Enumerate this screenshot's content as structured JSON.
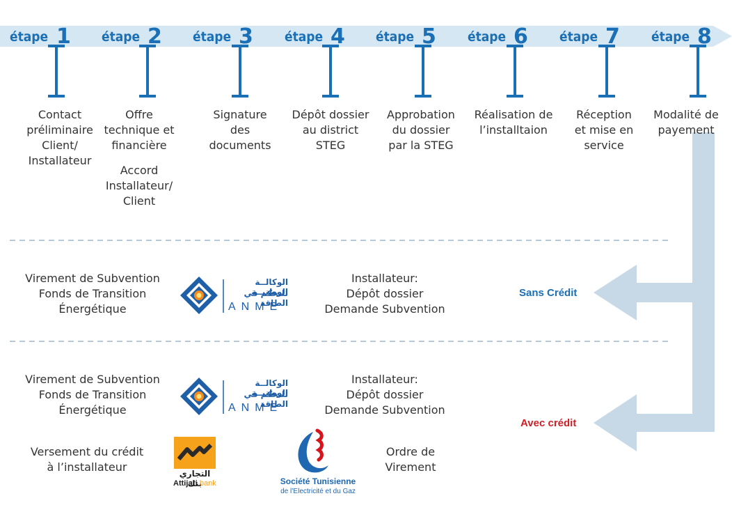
{
  "colors": {
    "arrow_light": "#d6e7f4",
    "arrow_bar": "#c7d9e6",
    "step_blue": "#1a6fb5",
    "text": "#333333",
    "sans_credit": "#1a6fb5",
    "avec_credit": "#cc1f26",
    "divider": "#9fb6c8",
    "attijari_orange": "#f7a21b",
    "steg_blue": "#1f67b1",
    "steg_red": "#d4151c",
    "anme_blue": "#1f5fa8",
    "anme_orange": "#f28c1e"
  },
  "steps": [
    {
      "word": "étape",
      "num": "1",
      "desc": [
        "Contact",
        "préliminaire",
        "Client/",
        "Installateur"
      ]
    },
    {
      "word": "étape",
      "num": "2",
      "desc": [
        "Offre",
        "technique et",
        "financière",
        "",
        "Accord",
        "Installateur/",
        "Client"
      ]
    },
    {
      "word": "étape",
      "num": "3",
      "desc": [
        "Signature",
        "des",
        "documents"
      ]
    },
    {
      "word": "étape",
      "num": "4",
      "desc": [
        "Dépôt dossier",
        "au district",
        "STEG"
      ]
    },
    {
      "word": "étape",
      "num": "5",
      "desc": [
        "Approbation",
        "du dossier",
        "par la STEG"
      ]
    },
    {
      "word": "étape",
      "num": "6",
      "desc": [
        "Réalisation de",
        "l’installtaion"
      ]
    },
    {
      "word": "étape",
      "num": "7",
      "desc": [
        "Réception",
        "et mise en",
        "service"
      ]
    },
    {
      "word": "étape",
      "num": "8",
      "desc": [
        "Modalité de",
        "payement"
      ]
    }
  ],
  "sans_credit": {
    "label": "Sans Crédit",
    "virement": [
      "Virement de Subvention",
      "Fonds de Transition",
      "Énergétique"
    ],
    "installateur": [
      "Installateur:",
      "Dépôt dossier",
      "Demande Subvention"
    ]
  },
  "avec_credit": {
    "label": "Avec crédit",
    "virement": [
      "Virement de Subvention",
      "Fonds de Transition",
      "Énergétique"
    ],
    "installateur": [
      "Installateur:",
      "Dépôt dossier",
      "Demande Subvention"
    ],
    "versement": [
      "Versement du crédit",
      "à l’installateur"
    ],
    "ordre": [
      "Ordre de",
      "Virement"
    ]
  },
  "logos": {
    "anme": {
      "arabic_line1": "الوكالــة الوطنيــة",
      "arabic_line2": "للتحكم في الطاقة",
      "name": "ANME"
    },
    "attijari": {
      "arabic": "التجاري بنك",
      "latin_a": "Attijari",
      "latin_b": "bank"
    },
    "steg": {
      "line1": "Société Tunisienne",
      "line2": "de l’Electricité et du Gaz"
    }
  }
}
